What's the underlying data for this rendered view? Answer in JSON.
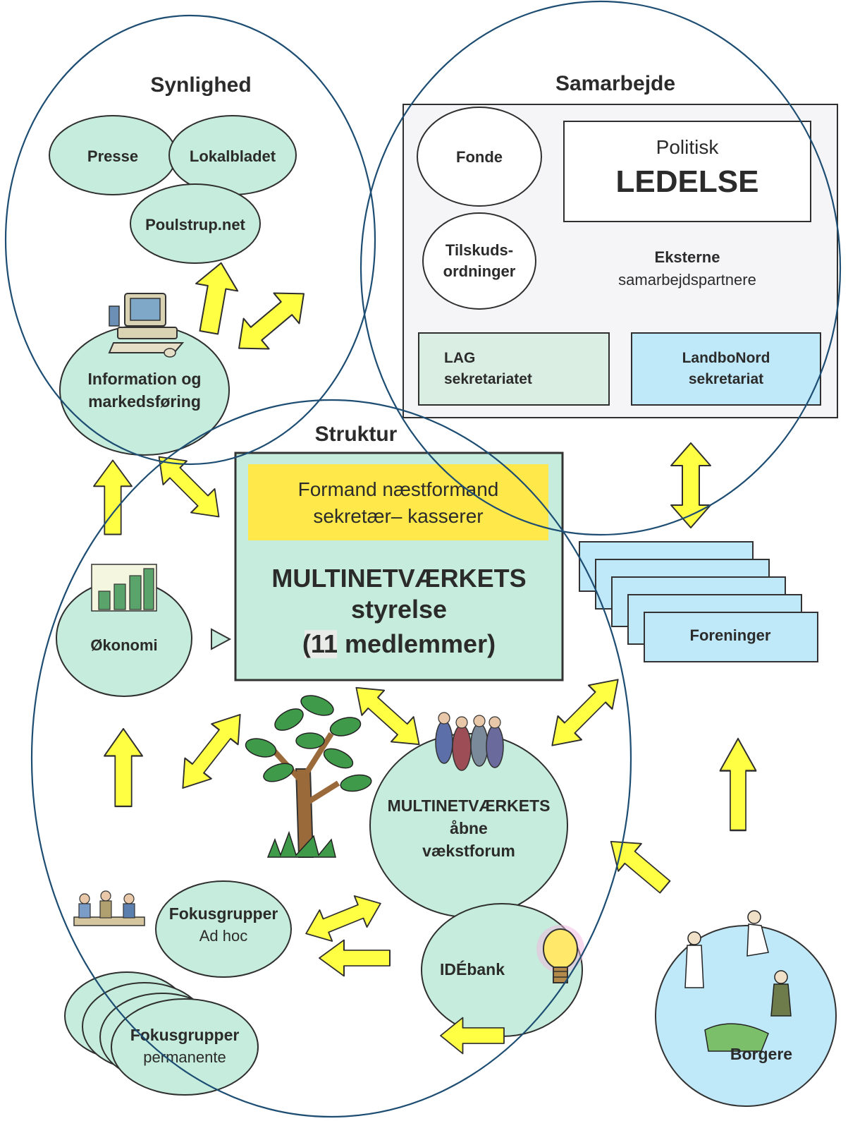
{
  "sections": {
    "synlighed": "Synlighed",
    "samarbejde": "Samarbejde",
    "struktur": "Struktur"
  },
  "synlighed": {
    "presse": "Presse",
    "lokalbladet": "Lokalbladet",
    "poulstrup": "Poulstrup.net",
    "info_line1": "Information og",
    "info_line2": "markedsføring"
  },
  "samarbejde": {
    "fonde": "Fonde",
    "tilskud_line1": "Tilskuds-",
    "tilskud_line2": "ordninger",
    "politisk": "Politisk",
    "ledelse": "LEDELSE",
    "eksterne_line1": "Eksterne",
    "eksterne_line2": "samarbejdspartnere",
    "lag_line1": "LAG",
    "lag_line2": "sekretariatet",
    "landbo_line1": "LandboNord",
    "landbo_line2": "sekretariat"
  },
  "board": {
    "officers_line1": "Formand næstformand",
    "officers_line2": "sekretær– kasserer",
    "title_line1": "MULTINETVÆRKETS",
    "title_line2": "styrelse",
    "title_line3_prefix": "(",
    "member_count": "11",
    "title_line3_suffix": " medlemmer)"
  },
  "foreninger": {
    "label": "Foreninger",
    "stack_count": 5
  },
  "okonomi": "Økonomi",
  "vaekstforum": {
    "line1": "MULTINETVÆRKETS",
    "line2": "åbne",
    "line3": "vækstforum"
  },
  "idebank": "IDÉbank",
  "fokus_adhoc": {
    "line1": "Fokusgrupper",
    "line2": "Ad hoc"
  },
  "fokus_perm": {
    "line1": "Fokusgrupper",
    "line2": "permanente"
  },
  "borgere": "Borgere",
  "colors": {
    "synlighed": "#e8232a",
    "samarbejde_struktur": "#e0147f",
    "oval_fill": "#c5ecdd",
    "officers_fill": "#ffe84a",
    "box_fill": "#bfe8f8",
    "arrow_fill": "#ffff44",
    "frame_circle": "#1d4d72"
  }
}
